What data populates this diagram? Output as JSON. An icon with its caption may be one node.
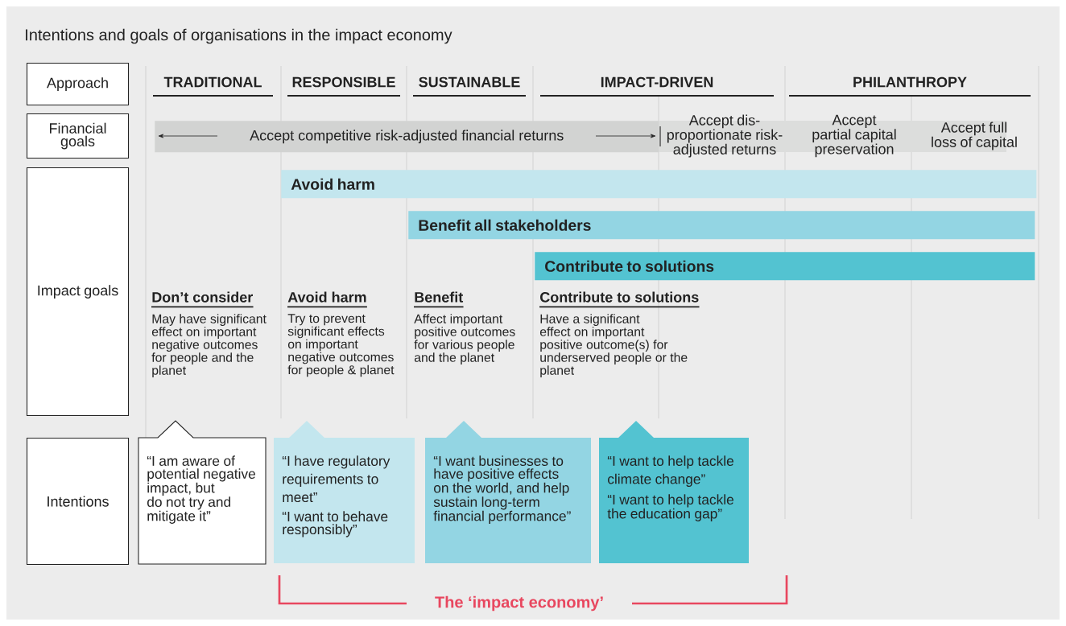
{
  "diagram": {
    "title": "Intentions and goals of organisations in the impact economy",
    "nodes": [
      {
        "text": [
          "Approach"
        ]
      },
      {
        "text": [
          "Financial goals"
        ]
      },
      {
        "text": [
          "Impact goals"
        ]
      },
      {
        "text": [
          "Intentions"
        ]
      },
      {
        "text": [
          "Accept competitive risk-adjusted financial returns"
        ]
      },
      {
        "text": [
          "Avoid harm"
        ]
      },
      {
        "text": [
          "Benefit all stakeholders"
        ]
      },
      {
        "text": [
          "Contribute to solutions"
        ]
      },
      {
        "text": [
          "“I am aware of potential negative impact, but do not try and mitigate it”"
        ]
      },
      {
        "text": [
          "“I have regulatory requirements to meet”",
          "“I want to behave responsibly”"
        ]
      },
      {
        "text": [
          "“I want businesses to have positive effects on the world, and help sustain long-term financial performance”"
        ]
      },
      {
        "text": [
          "“I want to help tackle climate change”",
          "“I want to help tackle the education gap”"
        ]
      }
    ],
    "labels": [
      "TRADITIONAL",
      "RESPONSIBLE",
      "SUSTAINABLE",
      "IMPACT-DRIVEN",
      "PHILANTHROPY",
      "Accept dis-proportionate risk-adjusted returns",
      "Accept partial capital preservation",
      "Accept full loss of capital",
      "Don’t consider",
      "May have significant effect on important negative outcomes for people and the planet",
      "Avoid harm",
      "Try to prevent significant effects on important negative outcomes for people & planet",
      "Benefit",
      "Affect important positive outcomes for various people and the planet",
      "Contribute to solutions",
      "Have a significant effect on important positive outcome(s) for underserved people or the planet",
      "The ‘impact economy’"
    ]
  }
}
